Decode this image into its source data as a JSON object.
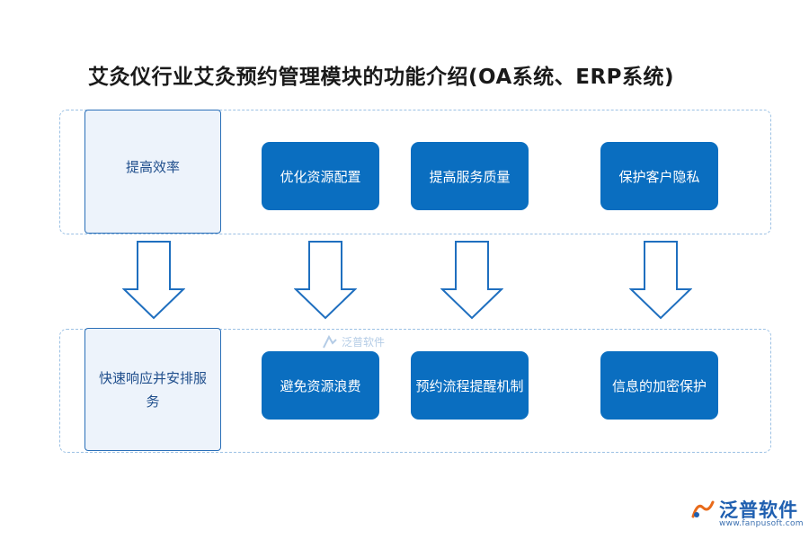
{
  "title": "艾灸仪行业艾灸预约管理模块的功能介绍(OA系统、ERP系统)",
  "rows": [
    {
      "label": "提高效率",
      "cards": [
        "优化资源配置",
        "提高服务质量",
        "保护客户隐私"
      ]
    },
    {
      "label": "快速响应并安排服务",
      "cards": [
        "避免资源浪费",
        "预约流程提醒机制",
        "信息的加密保护"
      ]
    }
  ],
  "watermark": {
    "center_text": "泛普软件",
    "brand": "泛普软件",
    "url": "www.fanpusoft.com"
  },
  "colors": {
    "card_fill": "#0a6ec0",
    "label_fill": "#edf3fb",
    "label_border": "#2a6fb8",
    "frame_dash": "#9cc1e4",
    "arrow_stroke": "#1f6fbf"
  }
}
